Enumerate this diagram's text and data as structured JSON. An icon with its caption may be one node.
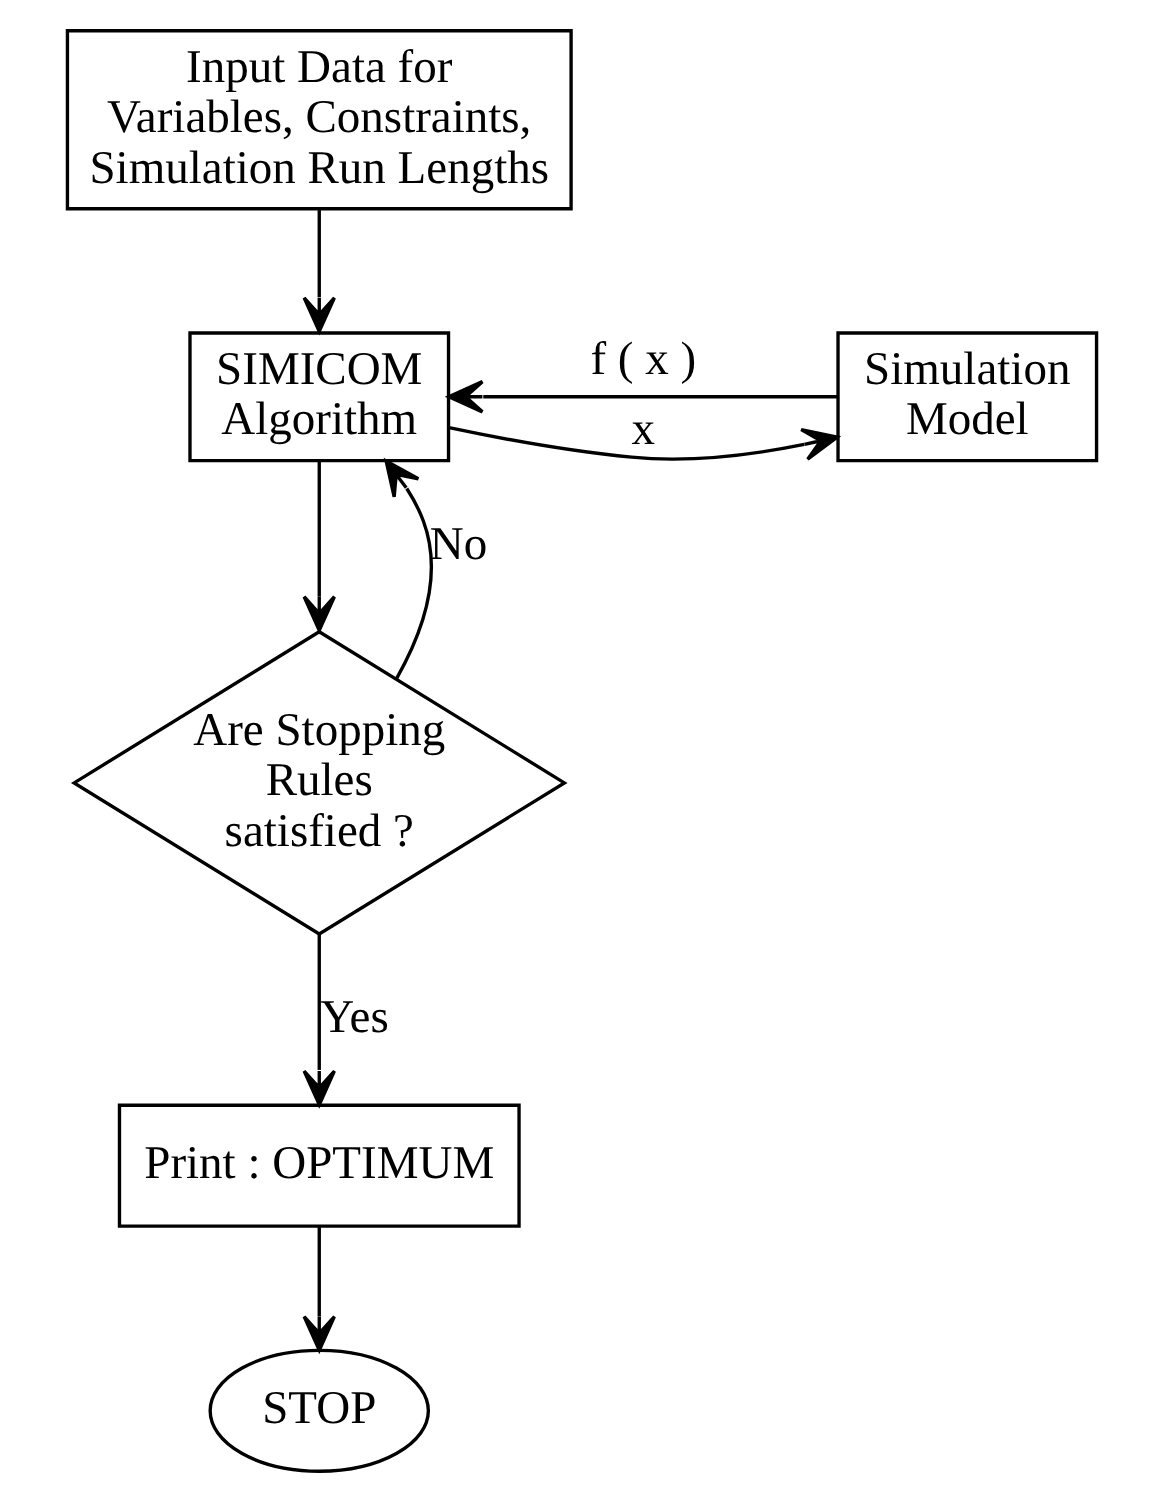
{
  "diagram": {
    "nodes": [
      {
        "text": [
          "Input Data for Variables, Constraints, Simulation Run Lengths"
        ]
      },
      {
        "text": [
          "SIMICOM Algorithm"
        ]
      },
      {
        "text": [
          "Simulation Model"
        ]
      },
      {
        "text": [
          "Are Stopping Rules satisfied ?"
        ]
      },
      {
        "text": [
          "Print : OPTIMUM"
        ]
      },
      {
        "text": [
          "STOP"
        ]
      }
    ],
    "edges": [
      {
        "from": 0,
        "to": 1,
        "arrow": "to"
      },
      {
        "from": 2,
        "to": 1,
        "arrow": "to",
        "label": "f ( x )"
      },
      {
        "from": 1,
        "to": 2,
        "arrow": "to",
        "label": "x"
      },
      {
        "from": 1,
        "to": 3,
        "arrow": "to"
      },
      {
        "from": 3,
        "to": 1,
        "arrow": "to",
        "label": "No"
      },
      {
        "from": 3,
        "to": 4,
        "arrow": "to",
        "label": "Yes"
      },
      {
        "from": 4,
        "to": 5,
        "arrow": "to"
      }
    ]
  }
}
